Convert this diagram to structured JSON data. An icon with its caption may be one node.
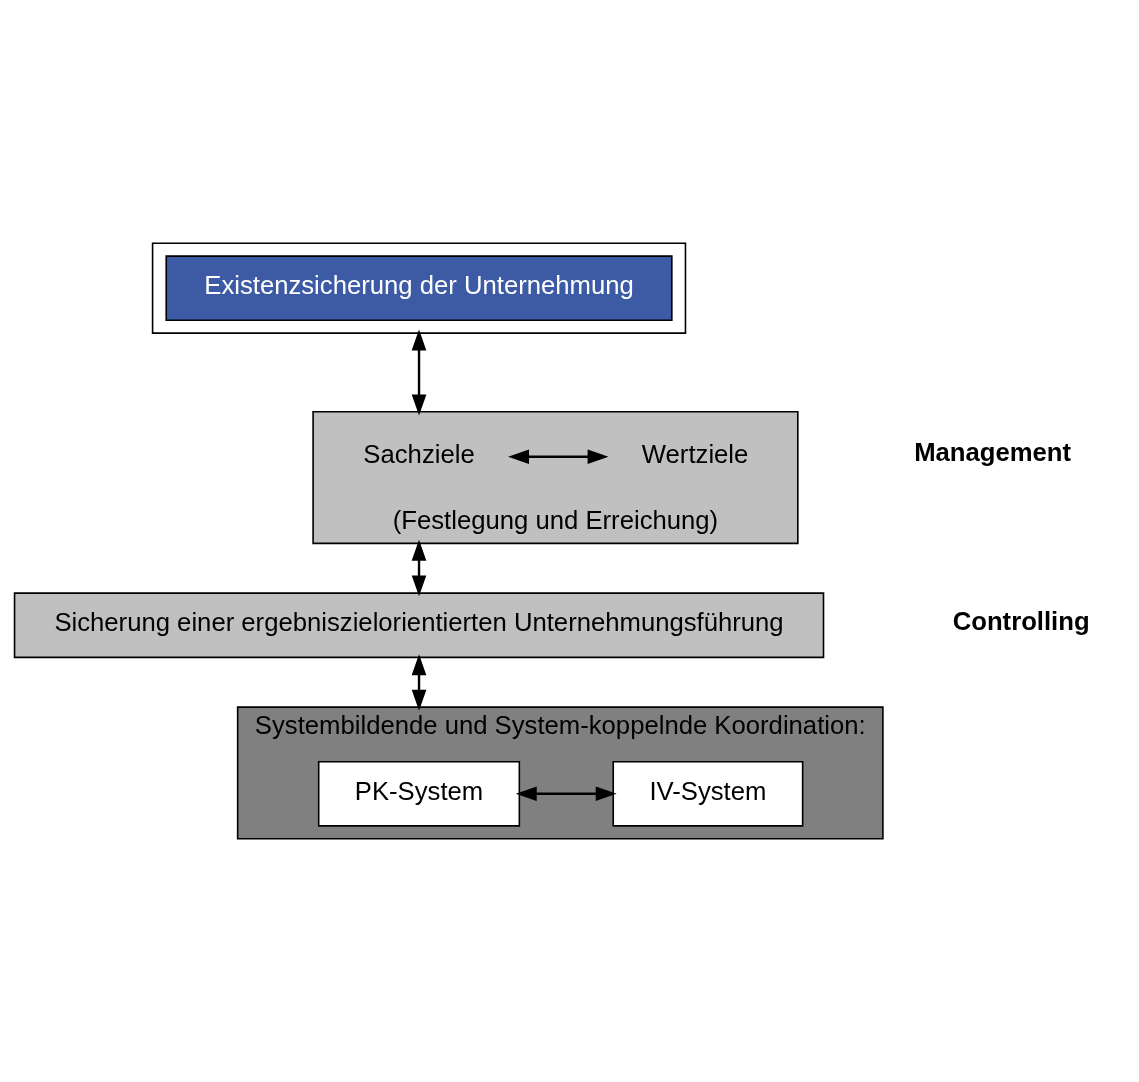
{
  "diagram": {
    "nodes": [
      {
        "text": [],
        "shape": "box"
      },
      {
        "text": [
          "Existenzsicherung der Unternehmung"
        ],
        "in": 0
      },
      {
        "text": [
          "(Festlegung und Erreichung)"
        ]
      },
      {
        "text": [
          "Sachziele"
        ],
        "in": 2
      },
      {
        "text": [
          "Wertziele"
        ],
        "in": 2
      },
      {
        "text": [
          "Sicherung einer ergebniszielorientierten Unternehmungsführung"
        ]
      },
      {
        "text": [
          "Systembildende und System-koppelnde Koordination:"
        ]
      },
      {
        "text": [
          "PK-System"
        ],
        "in": 6
      },
      {
        "text": [
          "IV-System"
        ],
        "in": 6
      }
    ],
    "edges": [
      {
        "from": 0,
        "to": 2,
        "arrow": "both"
      },
      {
        "from": 3,
        "to": 4,
        "arrow": "both"
      },
      {
        "from": 2,
        "to": 5,
        "arrow": "both"
      },
      {
        "from": 5,
        "to": 6,
        "arrow": "both"
      },
      {
        "from": 7,
        "to": 8,
        "arrow": "both"
      }
    ],
    "labels": [
      "Management",
      "Controlling"
    ]
  }
}
